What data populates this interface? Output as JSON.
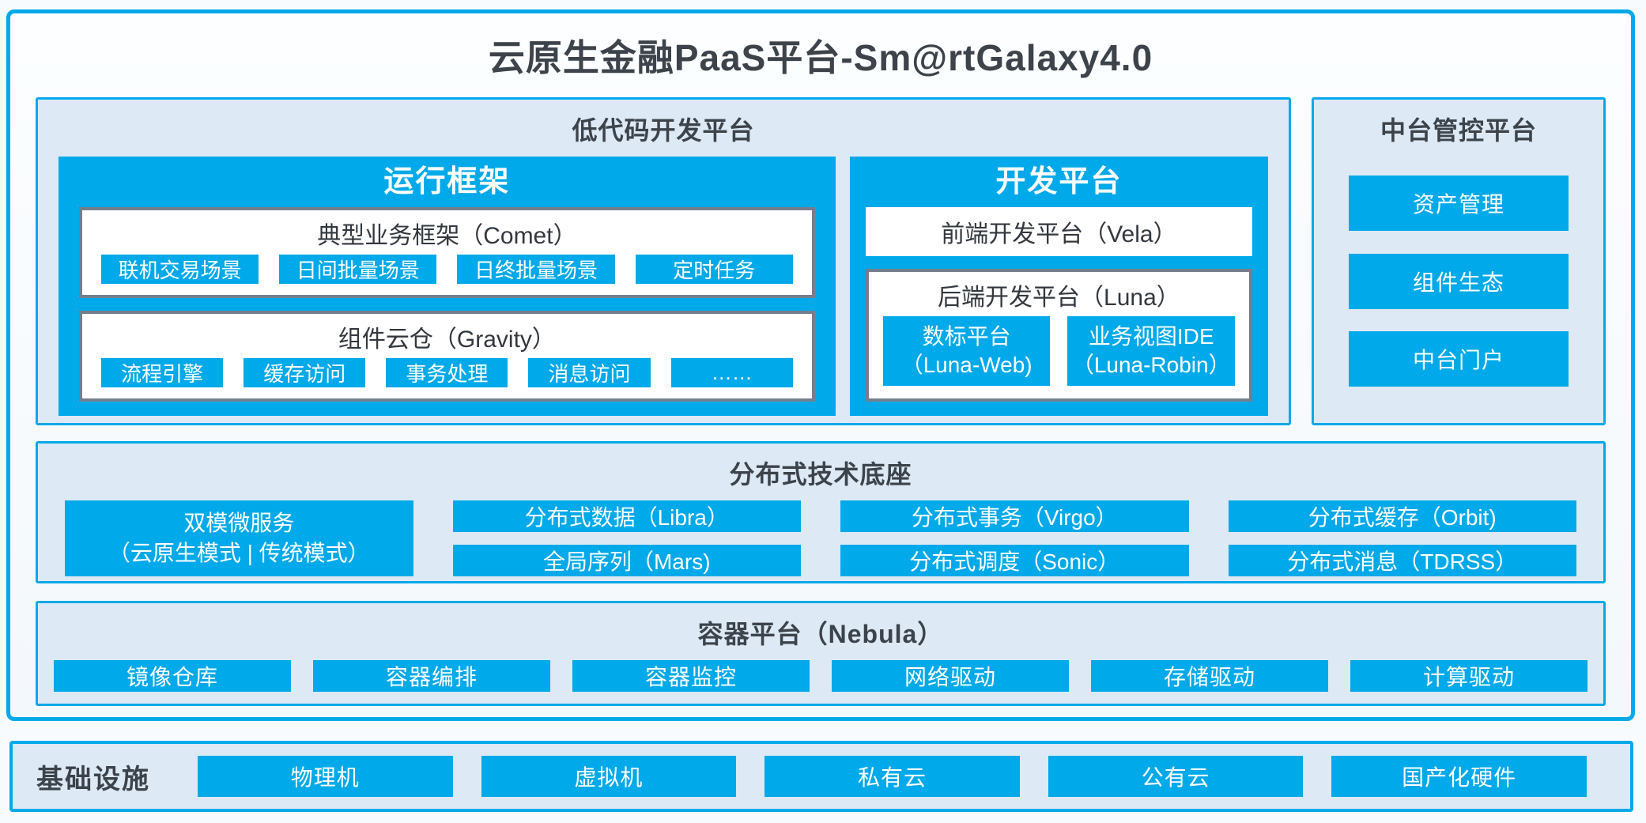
{
  "colors": {
    "accent_blue": "#00a9e9",
    "panel_background": "#dde9f5",
    "page_background": "#f7fbfe",
    "box_border_gray": "#747f8d",
    "dark_text": "#3c434b",
    "white_text": "#ffffff"
  },
  "title": "云原生金融PaaS平台-Sm@rtGalaxy4.0",
  "low_code": {
    "header": "低代码开发平台",
    "runtime": {
      "title": "运行框架",
      "comet": {
        "title": "典型业务框架（Comet）",
        "items": [
          "联机交易场景",
          "日间批量场景",
          "日终批量场景",
          "定时任务"
        ]
      },
      "gravity": {
        "title": "组件云仓（Gravity）",
        "items": [
          "流程引擎",
          "缓存访问",
          "事务处理",
          "消息访问",
          "……"
        ]
      }
    },
    "dev": {
      "title": "开发平台",
      "vela": "前端开发平台（Vela）",
      "luna": {
        "title": "后端开发平台（Luna）",
        "items": [
          {
            "line1": "数标平台",
            "line2": "（Luna-Web)"
          },
          {
            "line1": "业务视图IDE",
            "line2": "（Luna-Robin）"
          }
        ]
      }
    }
  },
  "mid_platform": {
    "header": "中台管控平台",
    "items": [
      "资产管理",
      "组件生态",
      "中台门户"
    ]
  },
  "distributed": {
    "header": "分布式技术底座",
    "dual_mode": {
      "line1": "双模微服务",
      "line2": "（云原生模式 | 传统模式）"
    },
    "row1": [
      "分布式数据（Libra）",
      "分布式事务（Virgo）",
      "分布式缓存（Orbit)"
    ],
    "row2": [
      "全局序列（Mars)",
      "分布式调度（Sonic）",
      "分布式消息（TDRSS）"
    ]
  },
  "container_platform": {
    "header": "容器平台（Nebula）",
    "items": [
      "镜像仓库",
      "容器编排",
      "容器监控",
      "网络驱动",
      "存储驱动",
      "计算驱动"
    ]
  },
  "infrastructure": {
    "label": "基础设施",
    "items": [
      "物理机",
      "虚拟机",
      "私有云",
      "公有云",
      "国产化硬件"
    ]
  }
}
